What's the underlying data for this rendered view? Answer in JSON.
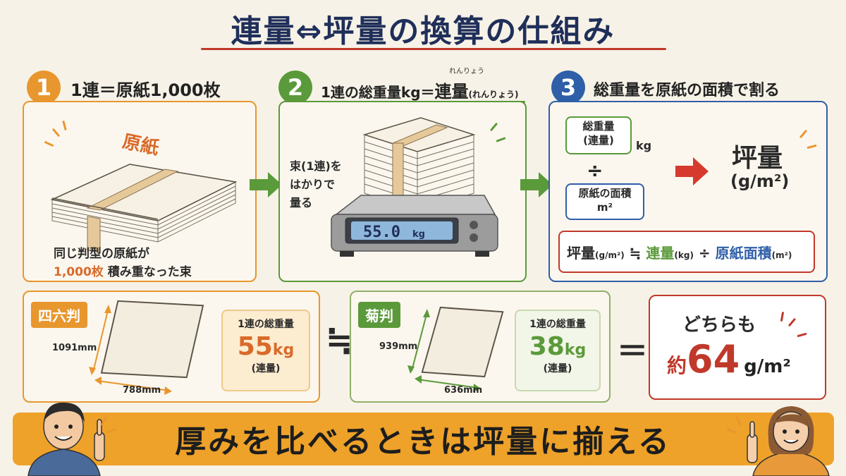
{
  "title": "連量⇔坪量の換算の仕組み",
  "steps": [
    {
      "num": "1",
      "heading": "1連＝原紙1,000枚"
    },
    {
      "num": "2",
      "heading_prefix": "1連の総重量kg＝",
      "heading_emph": "連量",
      "heading_paren": "(れんりょう)",
      "ruby": "れんりょう"
    },
    {
      "num": "3",
      "heading": "総重量を原紙の面積で割る"
    }
  ],
  "panel1": {
    "paper_label": "原紙",
    "caption_line1": "同じ判型の原紙が",
    "caption_count": "1,000枚",
    "caption_line2": "積み重なった束"
  },
  "panel2": {
    "side_text_1": "束(1連)を",
    "side_text_2": "はかりで",
    "side_text_3": "量る",
    "scale_value": "55.0",
    "scale_unit": "kg"
  },
  "panel3": {
    "numerator_1": "総重量",
    "numerator_2": "(連量)",
    "numerator_unit": "kg",
    "divide": "÷",
    "denominator_1": "原紙の面積",
    "denominator_2": "m²",
    "result_1": "坪量",
    "result_2": "(g/m²)",
    "formula_a": "坪量",
    "formula_a_unit": "(g/m²)",
    "formula_approx": "≒",
    "formula_b": "連量",
    "formula_b_unit": "(kg)",
    "formula_div": "÷",
    "formula_c": "原紙面積",
    "formula_c_unit": "(m²)"
  },
  "compare": {
    "left": {
      "tag": "四六判",
      "height": "1091mm",
      "width": "788mm",
      "label": "1連の総重量",
      "value": "55",
      "unit": "kg",
      "sub": "(連量)"
    },
    "approx": "≒",
    "right": {
      "tag": "菊判",
      "height": "939mm",
      "width": "636mm",
      "label": "1連の総重量",
      "value": "38",
      "unit": "kg",
      "sub": "(連量)"
    },
    "equals": "＝",
    "result_line1": "どちらも",
    "result_prefix": "約",
    "result_value": "64",
    "result_unit": "g/m²"
  },
  "bottom_message": "厚みを比べるときは坪量に揃える",
  "colors": {
    "step1": "#e8962e",
    "step2": "#5a9a3a",
    "step3": "#2f5fa8",
    "red": "#c0392b",
    "orange": "#e8962e"
  }
}
